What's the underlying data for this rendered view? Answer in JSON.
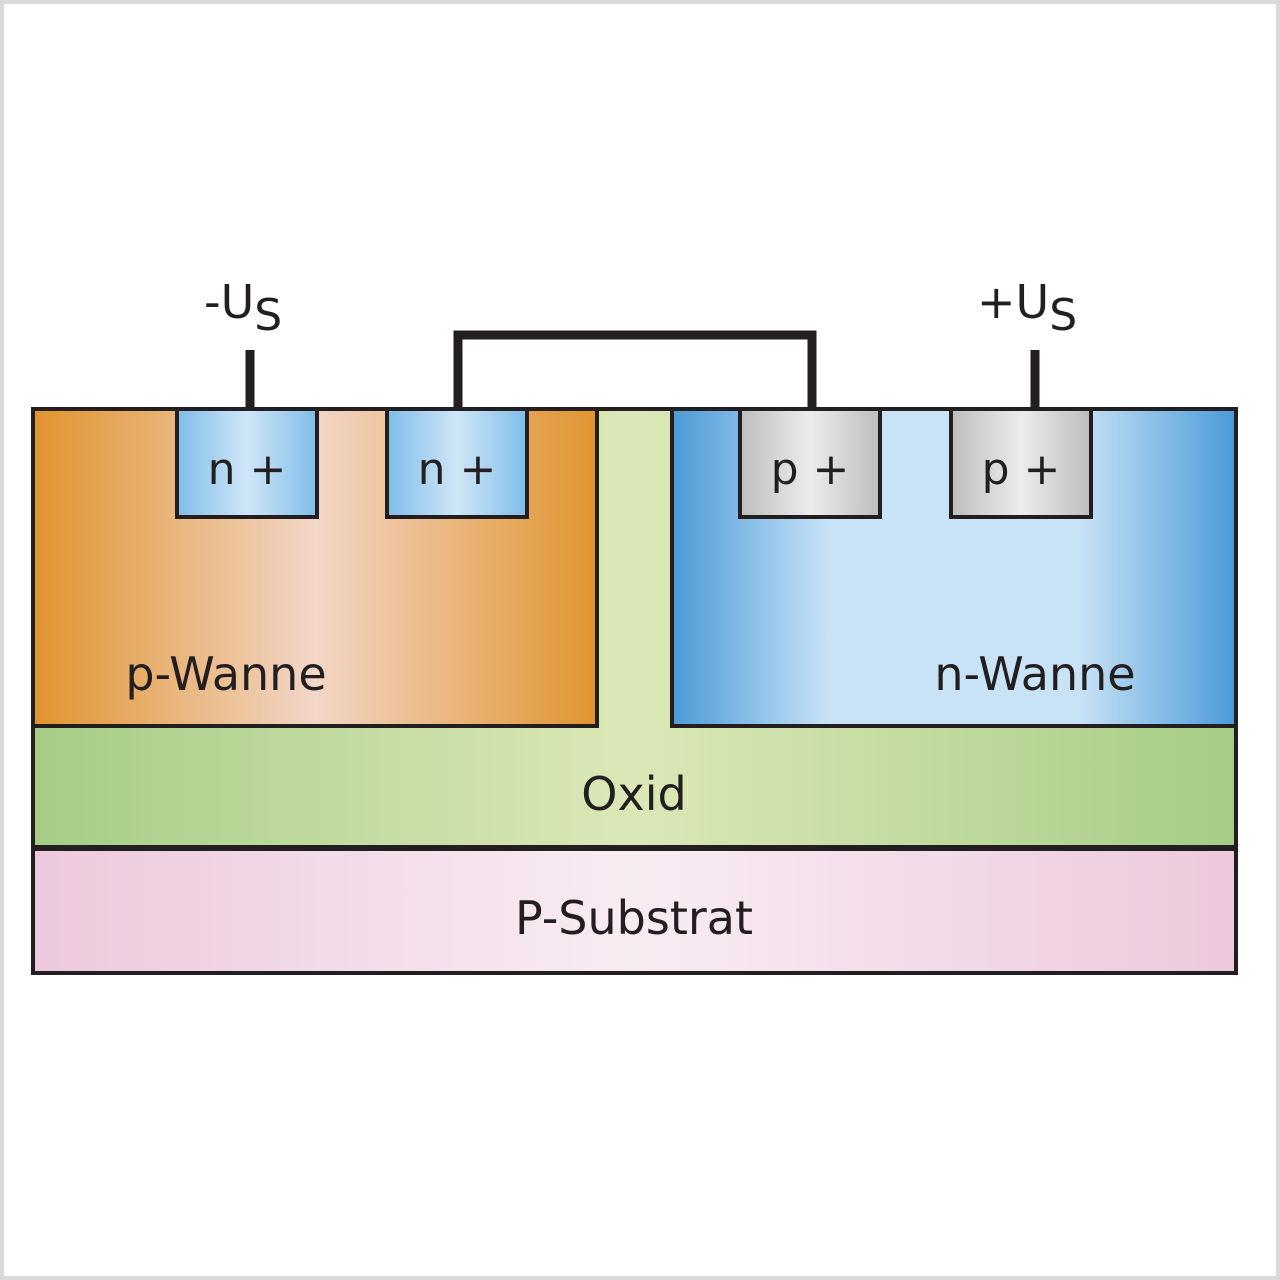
{
  "diagram": {
    "terminals": {
      "left": {
        "sign": "-U",
        "subscript": "S"
      },
      "right": {
        "sign": "+U",
        "subscript": "S"
      }
    },
    "regions": {
      "n_plus_1": "n +",
      "n_plus_2": "n +",
      "p_plus_1": "p +",
      "p_plus_2": "p +",
      "p_well": "p-Wanne",
      "n_well": "n-Wanne",
      "oxide": "Oxid",
      "substrate": "P-Substrat"
    },
    "colors": {
      "p_well_edge": "#e0942e",
      "p_well_center": "#f2d6c7",
      "n_well_edge": "#4a9ad8",
      "n_well_center": "#c9e3f6",
      "n_plus_edge": "#7fbde8",
      "n_plus_center": "#cfe6f7",
      "p_plus_edge": "#bdbdbd",
      "p_plus_center": "#ececec",
      "oxide_edge": "#a6cc86",
      "oxide_center": "#dbe8b6",
      "substrate_edge": "#ecc9dc",
      "substrate_center": "#f8ecf3",
      "outline": "#231f20"
    }
  }
}
